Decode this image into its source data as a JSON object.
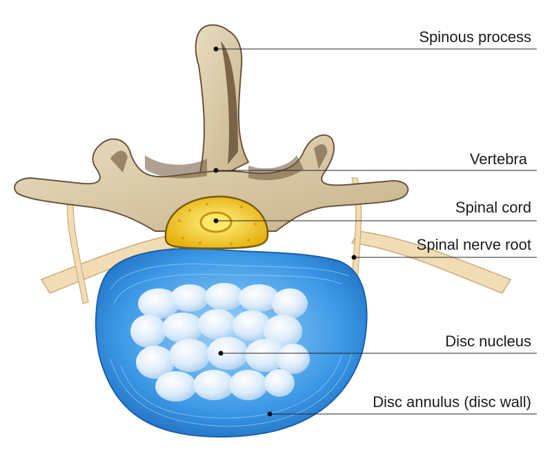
{
  "labels": {
    "spinous_process": "Spinous process",
    "vertebra": "Vertebra",
    "spinal_cord": "Spinal cord",
    "spinal_nerve_root": "Spinal nerve root",
    "disc_nucleus": "Disc nucleus",
    "disc_annulus": "Disc annulus (disc wall)"
  },
  "colors": {
    "bone": "#d9c8a3",
    "bone_shadow": "#6b5238",
    "cord_outer": "#f2c21b",
    "cord_inner": "#ffe66a",
    "nerve": "#f2dcb6",
    "disc_annulus": "#2f8ee0",
    "disc_nucleus": "#d8ecfb"
  }
}
